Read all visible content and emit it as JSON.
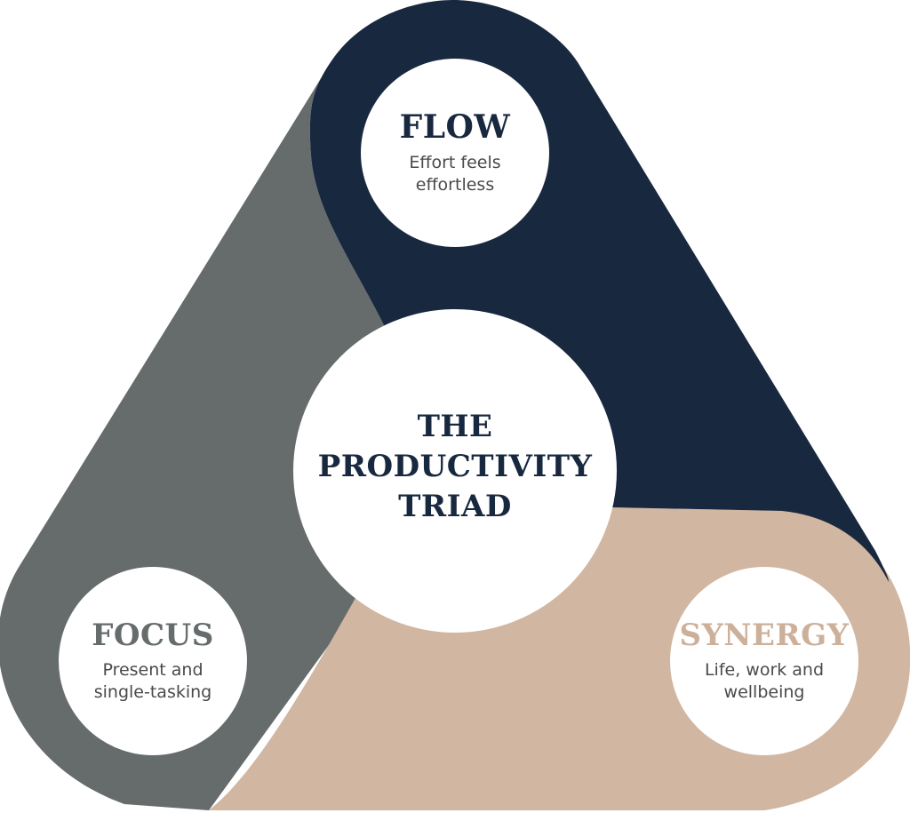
{
  "colors": {
    "flow": "#18283f",
    "focus": "#666b6c",
    "synergy": "#d1b6a1",
    "circle_fill": "#ffffff"
  },
  "center": {
    "lines": [
      "THE",
      "PRODUCTIVITY",
      "TRIAD"
    ]
  },
  "nodes": {
    "flow": {
      "title": "FLOW",
      "subtitle_lines": [
        "Effort feels",
        "effortless"
      ]
    },
    "focus": {
      "title": "FOCUS",
      "subtitle_lines": [
        "Present and",
        "single-tasking"
      ]
    },
    "synergy": {
      "title": "SYNERGY",
      "subtitle_lines": [
        "Life, work and",
        "wellbeing"
      ]
    }
  }
}
